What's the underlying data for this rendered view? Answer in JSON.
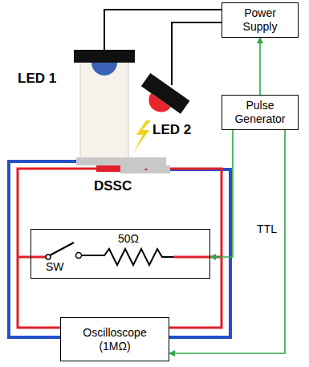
{
  "diagram": {
    "nodes": [
      {
        "text": [
          "Power Supply"
        ]
      },
      {
        "text": [
          "Pulse Generator"
        ]
      },
      {
        "text": [
          "SW",
          "50Ω"
        ]
      },
      {
        "text": [
          "Oscilloscope (1MΩ)"
        ]
      }
    ],
    "edges": [
      {
        "from": 1,
        "to": 0,
        "arrow": "to"
      },
      {
        "from": 1,
        "to": 2,
        "arrow": "to"
      },
      {
        "from": 1,
        "to": 3,
        "arrow": "to",
        "label": "TTL"
      }
    ],
    "labels": [
      "LED 1",
      "LED 2",
      "DSSC"
    ]
  }
}
